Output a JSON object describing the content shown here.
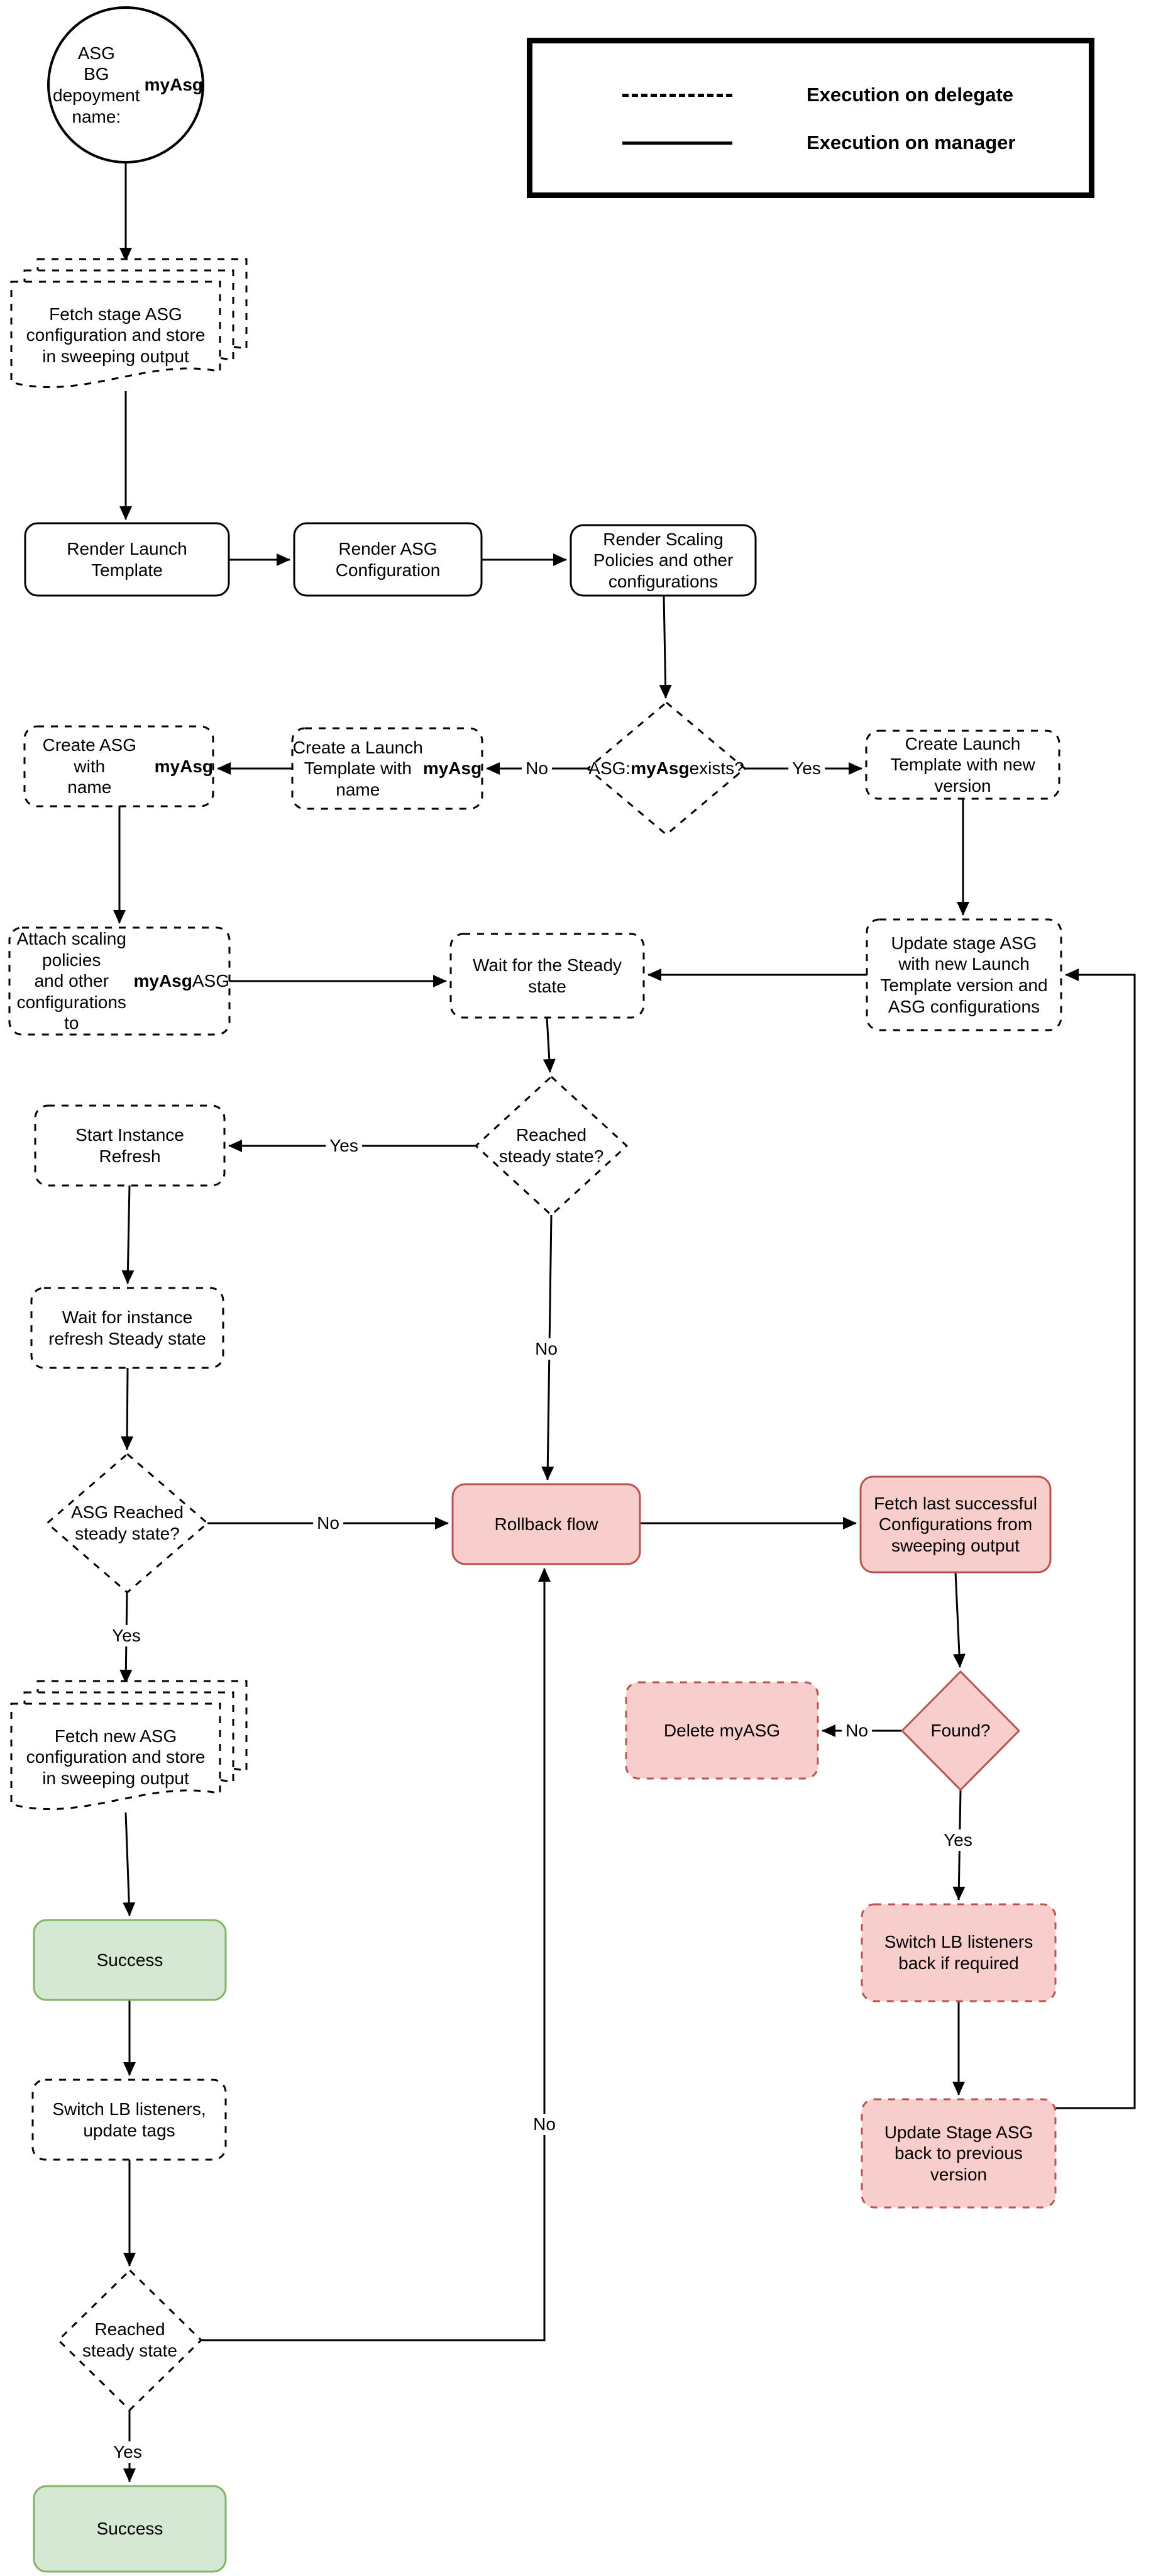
{
  "legend": {
    "items": [
      {
        "style": "dashed",
        "label": "Execution on delegate"
      },
      {
        "style": "solid",
        "label": "Execution on manager"
      }
    ]
  },
  "colors": {
    "background": "#ffffff",
    "line": "#000000",
    "plain_fill": "#ffffff",
    "plain_border": "#000000",
    "danger_fill": "#f8cecc",
    "danger_border": "#b85450",
    "success_fill": "#d5e8d4",
    "success_border": "#82b366"
  },
  "nodes": [
    {
      "id": "start",
      "shape": "ellipse",
      "style": "solid",
      "color": "plain",
      "label": "ASG\nBG depoyment\nname: **myAsg**"
    },
    {
      "id": "fetch-stage",
      "shape": "multidoc",
      "style": "dashed",
      "color": "plain",
      "label": "Fetch stage ASG\nconfiguration and store\nin sweeping output"
    },
    {
      "id": "render-launch",
      "shape": "rrect",
      "style": "solid",
      "color": "plain",
      "label": "Render Launch\nTemplate"
    },
    {
      "id": "render-asg",
      "shape": "rrect",
      "style": "solid",
      "color": "plain",
      "label": "Render ASG\nConfiguration"
    },
    {
      "id": "render-scaling",
      "shape": "rrect",
      "style": "solid",
      "color": "plain",
      "label": "Render Scaling\nPolicies and other\nconfigurations"
    },
    {
      "id": "asg-exists",
      "shape": "diamond",
      "style": "dashed",
      "color": "plain",
      "label": "ASG:\n**myAsg** exists?"
    },
    {
      "id": "create-lt-new",
      "shape": "rrect",
      "style": "dashed",
      "color": "plain",
      "label": "Create Launch\nTemplate with new\nversion"
    },
    {
      "id": "create-a-lt",
      "shape": "rrect",
      "style": "dashed",
      "color": "plain",
      "label": "Create a Launch\nTemplate with\nname **myAsg**"
    },
    {
      "id": "create-asg",
      "shape": "rrect",
      "style": "dashed",
      "color": "plain",
      "label": "Create ASG with\nname **myAsg**"
    },
    {
      "id": "attach-scaling",
      "shape": "rrect",
      "style": "dashed",
      "color": "plain",
      "label": "Attach scaling policies\nand other configurations\nto **myAsg** ASG"
    },
    {
      "id": "wait-steady",
      "shape": "rrect",
      "style": "dashed",
      "color": "plain",
      "label": "Wait for the Steady\nstate"
    },
    {
      "id": "update-stage",
      "shape": "rrect",
      "style": "dashed",
      "color": "plain",
      "label": "Update stage ASG\nwith new Launch\nTemplate version and\nASG configurations"
    },
    {
      "id": "reached-1",
      "shape": "diamond",
      "style": "dashed",
      "color": "plain",
      "label": "Reached\nsteady state?"
    },
    {
      "id": "start-refresh",
      "shape": "rrect",
      "style": "dashed",
      "color": "plain",
      "label": "Start Instance\nRefresh"
    },
    {
      "id": "wait-refresh",
      "shape": "rrect",
      "style": "dashed",
      "color": "plain",
      "label": "Wait for instance\nrefresh Steady state"
    },
    {
      "id": "asg-reached",
      "shape": "diamond",
      "style": "dashed",
      "color": "plain",
      "label": "ASG Reached\nsteady state?"
    },
    {
      "id": "rollback",
      "shape": "rrect",
      "style": "solid",
      "color": "danger",
      "label": "Rollback flow"
    },
    {
      "id": "fetch-last",
      "shape": "rrect",
      "style": "solid",
      "color": "danger",
      "label": "Fetch last successful\nConfigurations from\nsweeping output"
    },
    {
      "id": "found",
      "shape": "diamond",
      "style": "solid",
      "color": "danger",
      "label": "Found?"
    },
    {
      "id": "delete-asg",
      "shape": "rrect",
      "style": "dashed",
      "color": "danger",
      "label": "Delete myASG"
    },
    {
      "id": "fetch-new",
      "shape": "multidoc",
      "style": "dashed",
      "color": "plain",
      "label": "Fetch new ASG\nconfiguration and store\nin sweeping output"
    },
    {
      "id": "success-1",
      "shape": "rrect",
      "style": "solid",
      "color": "success",
      "label": "Success"
    },
    {
      "id": "switch-lb",
      "shape": "rrect",
      "style": "dashed",
      "color": "plain",
      "label": "Switch LB listeners,\nupdate tags"
    },
    {
      "id": "switch-lb-back",
      "shape": "rrect",
      "style": "dashed",
      "color": "danger",
      "label": "Switch LB listeners\nback if required"
    },
    {
      "id": "update-stage-back",
      "shape": "rrect",
      "style": "dashed",
      "color": "danger",
      "label": "Update Stage ASG\nback to previous\nversion"
    },
    {
      "id": "reached-2",
      "shape": "diamond",
      "style": "dashed",
      "color": "plain",
      "label": "Reached\nsteady state"
    },
    {
      "id": "success-2",
      "shape": "rrect",
      "style": "solid",
      "color": "success",
      "label": "Success"
    }
  ],
  "edges": [
    {
      "from": "start",
      "to": "fetch-stage",
      "label": ""
    },
    {
      "from": "fetch-stage",
      "to": "render-launch",
      "label": ""
    },
    {
      "from": "render-launch",
      "to": "render-asg",
      "label": ""
    },
    {
      "from": "render-asg",
      "to": "render-scaling",
      "label": ""
    },
    {
      "from": "render-scaling",
      "to": "asg-exists",
      "label": ""
    },
    {
      "from": "asg-exists",
      "to": "create-a-lt",
      "label": "No"
    },
    {
      "from": "create-a-lt",
      "to": "create-asg",
      "label": ""
    },
    {
      "from": "asg-exists",
      "to": "create-lt-new",
      "label": "Yes"
    },
    {
      "from": "create-asg",
      "to": "attach-scaling",
      "label": ""
    },
    {
      "from": "create-lt-new",
      "to": "update-stage",
      "label": ""
    },
    {
      "from": "attach-scaling",
      "to": "wait-steady",
      "label": ""
    },
    {
      "from": "update-stage",
      "to": "wait-steady",
      "label": ""
    },
    {
      "from": "wait-steady",
      "to": "reached-1",
      "label": ""
    },
    {
      "from": "reached-1",
      "to": "start-refresh",
      "label": "Yes"
    },
    {
      "from": "reached-1",
      "to": "rollback",
      "label": "No"
    },
    {
      "from": "start-refresh",
      "to": "wait-refresh",
      "label": ""
    },
    {
      "from": "wait-refresh",
      "to": "asg-reached",
      "label": ""
    },
    {
      "from": "asg-reached",
      "to": "rollback",
      "label": "No"
    },
    {
      "from": "asg-reached",
      "to": "fetch-new",
      "label": "Yes"
    },
    {
      "from": "rollback",
      "to": "fetch-last",
      "label": ""
    },
    {
      "from": "fetch-last",
      "to": "found",
      "label": ""
    },
    {
      "from": "found",
      "to": "delete-asg",
      "label": "No"
    },
    {
      "from": "found",
      "to": "switch-lb-back",
      "label": "Yes"
    },
    {
      "from": "fetch-new",
      "to": "success-1",
      "label": ""
    },
    {
      "from": "success-1",
      "to": "switch-lb",
      "label": ""
    },
    {
      "from": "switch-lb",
      "to": "reached-2",
      "label": ""
    },
    {
      "from": "reached-2",
      "to": "success-2",
      "label": "Yes"
    },
    {
      "from": "reached-2",
      "to": "rollback",
      "label": "No"
    },
    {
      "from": "switch-lb-back",
      "to": "update-stage-back",
      "label": ""
    },
    {
      "from": "update-stage-back",
      "to": "update-stage",
      "label": ""
    }
  ]
}
